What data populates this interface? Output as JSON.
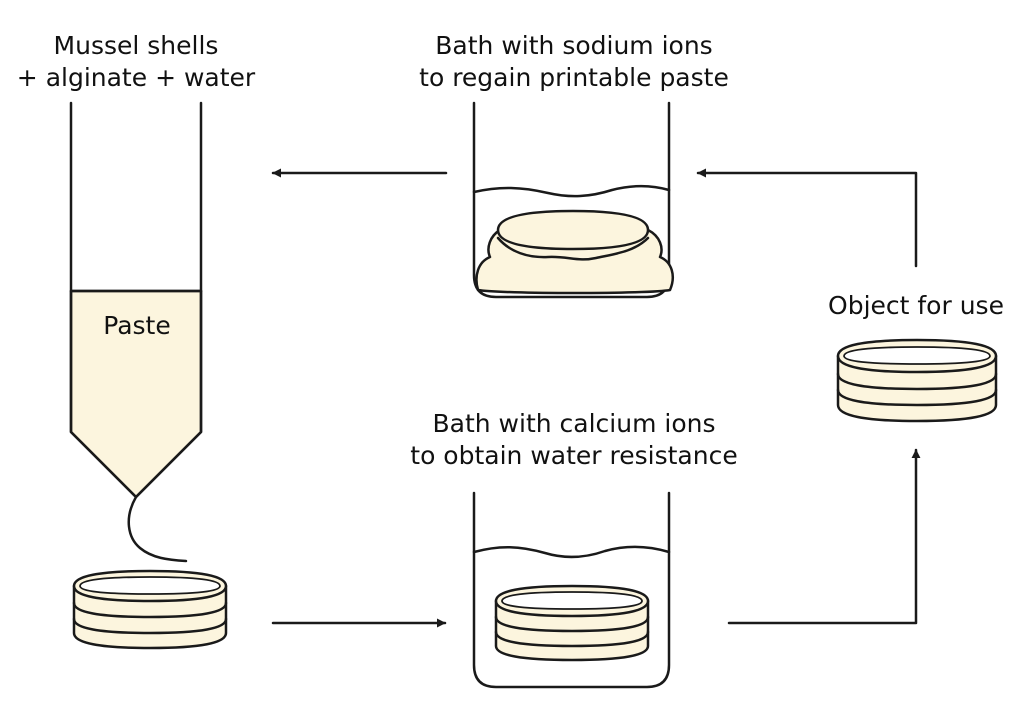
{
  "labels": {
    "syringe_line1": "Mussel shells",
    "syringe_line2": "+ alginate + water",
    "paste": "Paste",
    "sodium_bath_line1": "Bath with sodium ions",
    "sodium_bath_line2": "to regain printable paste",
    "calcium_bath_line1": "Bath with calcium ions",
    "calcium_bath_line2": "to obtain water resistance",
    "object": "Object for use"
  },
  "colors": {
    "stroke": "#1a1a1a",
    "paste_fill": "#fcf5de",
    "background": "#ffffff"
  }
}
